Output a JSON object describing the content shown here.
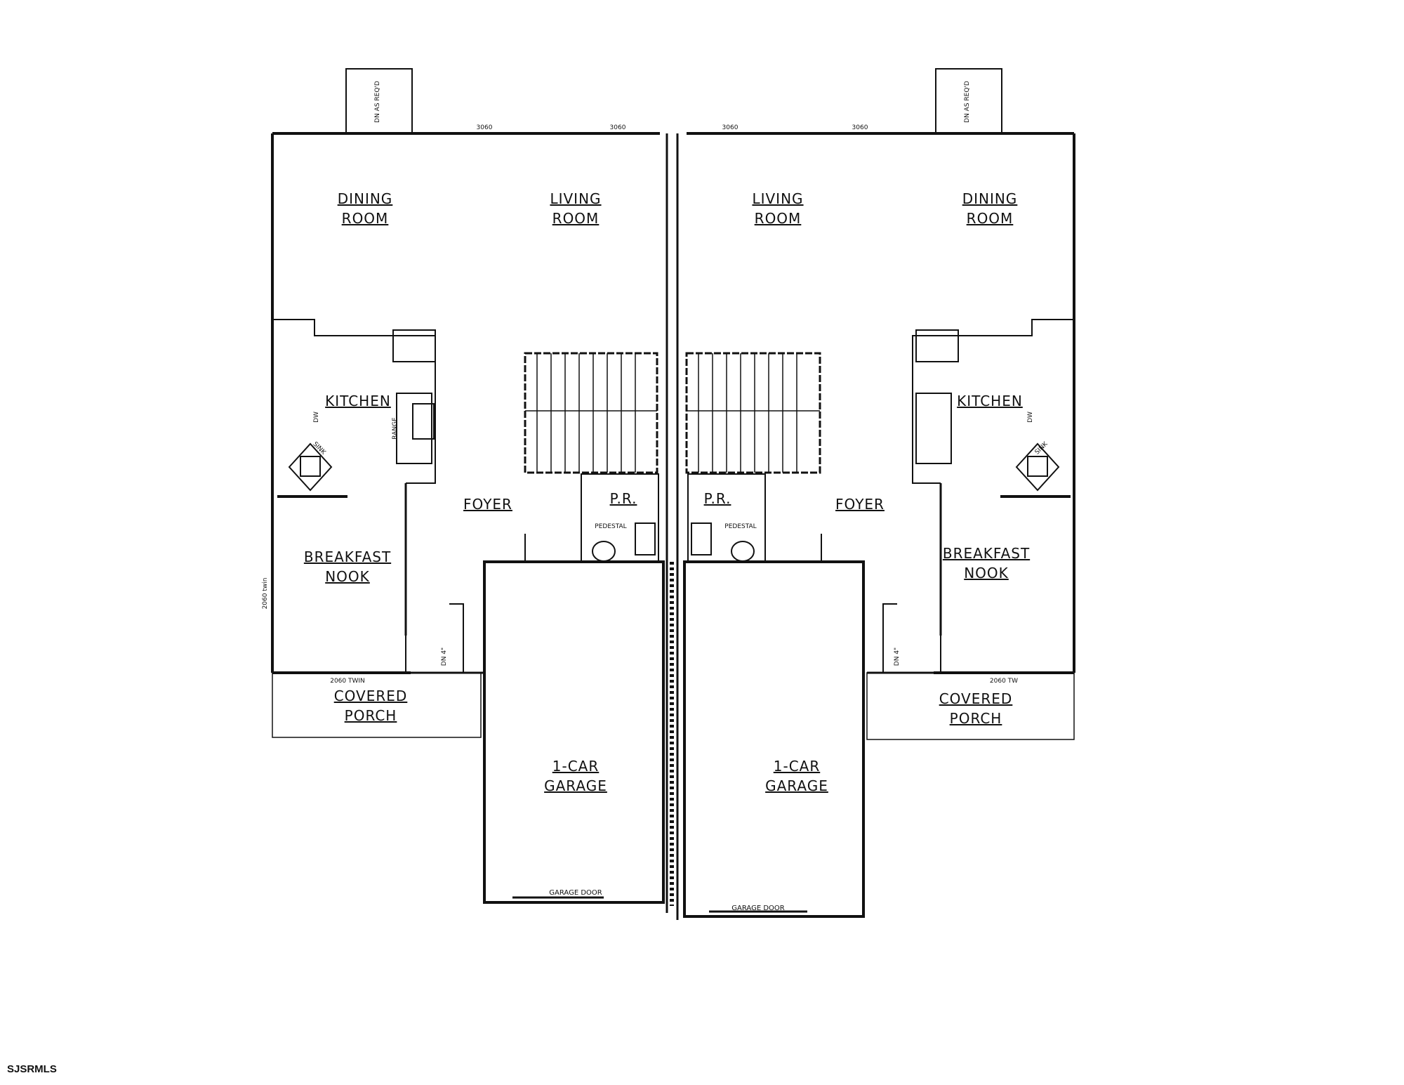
{
  "watermark": "SJSRMLS",
  "units": [
    {
      "dining": [
        "DINING",
        "ROOM"
      ],
      "living": [
        "LIVING",
        "ROOM"
      ],
      "kitchen": "KITCHEN",
      "foyer": "FOYER",
      "breakfast": [
        "BREAKFAST",
        "NOOK"
      ],
      "porch": [
        "COVERED",
        "PORCH"
      ],
      "garage": [
        "1-CAR",
        "GARAGE"
      ],
      "powder_room": "P.R.",
      "garage_door": "GARAGE DOOR",
      "pedestal": "PEDESTAL",
      "window_top_1": "3060",
      "window_top_2": "3060",
      "window_side": "2060 twin",
      "window_bottom": "2060 TWIN",
      "range": "RANGE",
      "sink": "SINK",
      "dw": "DW",
      "stair_note": "DN AS REQ'D",
      "step_dn": "DN 4\""
    },
    {
      "dining": [
        "DINING",
        "ROOM"
      ],
      "living": [
        "LIVING",
        "ROOM"
      ],
      "kitchen": "KITCHEN",
      "foyer": "FOYER",
      "breakfast": [
        "BREAKFAST",
        "NOOK"
      ],
      "porch": [
        "COVERED",
        "PORCH"
      ],
      "garage": [
        "1-CAR",
        "GARAGE"
      ],
      "powder_room": "P.R.",
      "garage_door": "GARAGE DOOR",
      "pedestal": "PEDESTAL",
      "window_top_1": "3060",
      "window_top_2": "3060",
      "window_side": "",
      "window_bottom": "2060 TW",
      "range": "",
      "sink": "SINK",
      "dw": "DW",
      "stair_note": "DN AS REQ'D",
      "step_dn": "DN 4\""
    }
  ]
}
